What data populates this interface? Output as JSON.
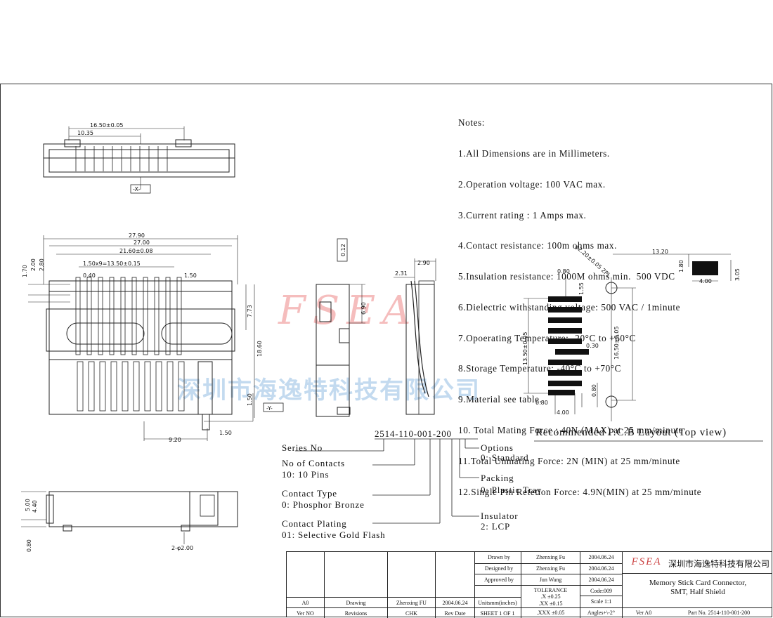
{
  "notes": [
    "Notes:",
    "1.All Dimensions are in Millimeters.",
    "2.Operation voltage: 100 VAC max.",
    "3.Current rating : 1 Amps max.",
    "4.Contact resistance: 100m ohms max.",
    "5.Insulation resistance: 1000M ohms min.  500 VDC",
    "6.Dielectric withstanding voltage: 500 VAC / 1minute",
    "7.Opoerating Temperature: -20°C to +60°C",
    "8.Storage Temperature: -40°C to +70°C",
    "9.Material see table.",
    "10. Total Mating Force : 40N (MAX) at 25 mm/minute",
    "11.Total Unmating Force: 2N (MIN) at 25 mm/minute",
    "12.Single Pin Retetion Force: 4.9N(MIN) at 25 mm/minute"
  ],
  "watermark": {
    "logo": "FSEA",
    "company_cn": "深圳市海逸特科技有限公司"
  },
  "dims": {
    "top_16_50": "16.50±0.05",
    "top_10_35": "10.35",
    "datum_x": "-X-",
    "datum_y": "-Y-",
    "w_27_90": "27.90",
    "w_27_00": "27.00",
    "w_21_60": "21.60±0.08",
    "pitch": "1.50x9=13.50±0.15",
    "d_0_40": "0.40",
    "d_1_50": "1.50",
    "d_1_70": "1.70",
    "d_2_00": "2.00",
    "d_2_80": "2.80",
    "d_7_73": "7.73",
    "d_18_60": "18.60",
    "d_1_50b": "1.50",
    "d_1_50c": "1.50",
    "d_9_20": "9.20",
    "flat": "0.12",
    "d_6_90": "6.90",
    "d_2_90": "2.90",
    "d_2_31": "2.31",
    "d_5_00": "5.00",
    "d_4_40": "4.40",
    "d_0_80": "0.80",
    "d_2phi": "2-φ2.00"
  },
  "pcb": {
    "title": "Recommended P.C.B Layout (Top view)",
    "d_13_20": "13.20",
    "d_1_80": "1.80",
    "d_4_00": "4.00",
    "d_3_05": "3.05",
    "d_phi": "φ2.20±0.05 2PL",
    "d_0_80": "0.80",
    "d_1_55": "1.55",
    "d_13_50": "13.50±0.05",
    "d_16_50": "16.50±0.05",
    "d_0_30": "0.30",
    "d_0_80b": "0.80",
    "d_0_80c": "0.80",
    "d_4_00b": "4.00"
  },
  "part_number": {
    "code": "2514-110-001-200",
    "series": "Series No",
    "contacts_title": "No of Contacts",
    "contacts_value": "10: 10 Pins",
    "contact_type_title": "Contact Type",
    "contact_type_value": "0: Phosphor Bronze",
    "plating_title": "Contact Plating",
    "plating_value": "01: Selective Gold Flash",
    "options_title": "Options",
    "options_value": "0: Standard",
    "packing_title": "Packing",
    "packing_value": "0: Plastic Tray",
    "insulator_title": "Insulator",
    "insulator_value": "2: LCP"
  },
  "title_block": {
    "drawn_by_label": "Drawn  by",
    "drawn_by": "Zhenxing Fu",
    "drawn_date": "2004.06.24",
    "designed_by_label": "Designed by",
    "designed_by": "Zhenxing Fu",
    "designed_date": "2004.06.24",
    "approved_by_label": "Approved by",
    "approved_by": "Jun Wang",
    "approved_date": "2004.06.24",
    "tolerance": "TOLERANCE",
    "tol_x": ".X   ±0.25",
    "tol_xx": ".XX   ±0.15",
    "tol_xxx": ".XXX ±0.05",
    "angles": "Angles+\\-2°",
    "code": "Code:009",
    "scale": "Scale 1:1",
    "units": "Unitsmm(inches)",
    "sheet": "SHEET 1 OF 1",
    "company_logo": "FSEA",
    "company_cn": "深圳市海逸特科技有限公司",
    "product": "Memory Stick Card Connector,",
    "product2": "SMT, Half Shield",
    "ver_label": "Ver A0",
    "part_no": "Part No. 2514-110-001-200",
    "rev_ver": "A0",
    "rev_desc": "Drawing",
    "rev_chk": "Zhenxing FU",
    "rev_date": "2004.06.24",
    "hdr_ver": "Ver NO",
    "hdr_rev": "Revisions",
    "hdr_chk": "CHK",
    "hdr_date": "Rev Date"
  }
}
